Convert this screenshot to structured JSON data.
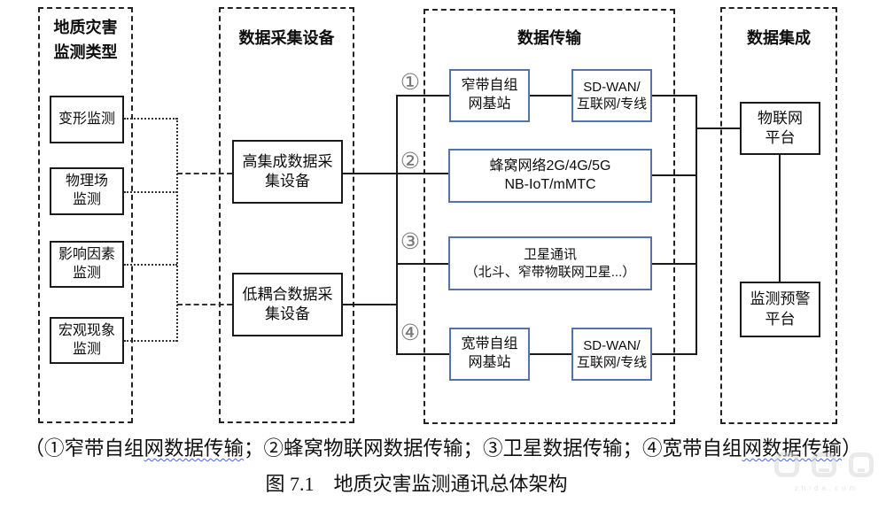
{
  "colors": {
    "blue_box_border": "#5472ac",
    "line": "#1a1a1a",
    "squiggle": "#4466dd"
  },
  "groups": {
    "monitoring": {
      "title": "地质灾害\n监测类型",
      "boxes": [
        "变形监测",
        "物理场\n监测",
        "影响因素\n监测",
        "宏观现象\n监测"
      ]
    },
    "collection": {
      "title": "数据采集设备",
      "boxes": [
        "高集成数据采\n集设备",
        "低耦合数据采\n集设备"
      ]
    },
    "transmission": {
      "title": "数据传输",
      "markers": [
        "①",
        "②",
        "③",
        "④"
      ],
      "boxes": {
        "nb_station": "窄带自组\n网基站",
        "sdwan_top": "SD-WAN/\n互联网/专线",
        "cellular": "蜂窝网络2G/4G/5G\nNB-IoT/mMTC",
        "satellite": "卫星通讯\n（北斗、窄带物联网卫星...）",
        "bb_station": "宽带自组\n网基站",
        "sdwan_bottom": "SD-WAN/\n互联网/专线"
      }
    },
    "integration": {
      "title": "数据集成",
      "boxes": [
        "物联网\n平台",
        "监测预警\n平台"
      ]
    }
  },
  "caption": {
    "line1_parts": [
      "（①窄带自组",
      "网数据传输",
      "；②蜂窝物联网数据传输；③卫星数据传输；④宽带自组",
      "网数据传输",
      "）"
    ],
    "line2": "图 7.1　地质灾害监测通讯总体架构"
  },
  "watermark": {
    "text": "zhida.com"
  }
}
